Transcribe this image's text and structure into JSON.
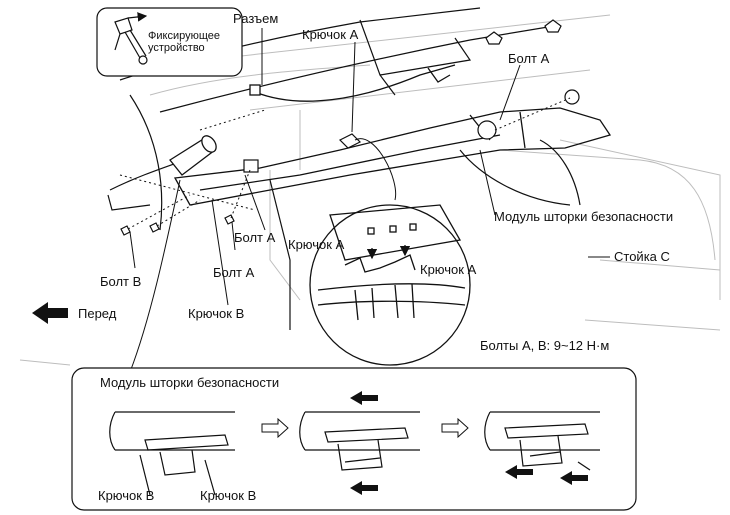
{
  "labels": {
    "connector": "Разъем",
    "hook_a_top": "Крючок A",
    "bolt_a_right": "Болт A",
    "locking_device": "Фиксирующее устройство",
    "curtain_module": "Модуль шторки безопасности",
    "pillar_c": "Стойка C",
    "hook_a_detail_left": "Крючок A",
    "hook_a_detail_right": "Крючок A",
    "bolt_a_mid": "Болт A",
    "bolt_a_low": "Болт A",
    "bolt_b": "Болт B",
    "front": "Перед",
    "hook_b": "Крючок B",
    "torque": "Болты A, B: 9~12 Н·м"
  },
  "inset": {
    "title": "Модуль шторки безопасности",
    "hook_b_left": "Крючок B",
    "hook_b_right": "Крючок B"
  },
  "colors": {
    "line": "#111111",
    "background": "#ffffff",
    "hint": "#bdbdbd"
  }
}
